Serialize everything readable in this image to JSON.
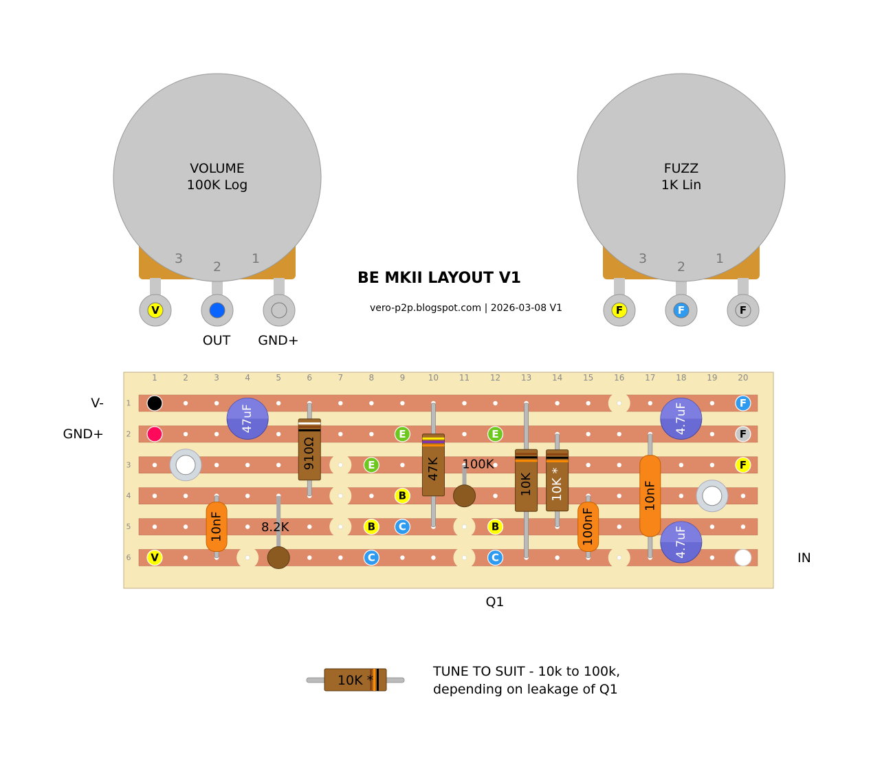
{
  "title": "BE MKII LAYOUT V1",
  "subtitle": "vero-p2p.blogspot.com   |   2026-03-08 V1",
  "pots": [
    {
      "name": "VOLUME",
      "value": "100K Log",
      "lug_numbers": [
        "3",
        "2",
        "1"
      ],
      "lugs": [
        {
          "mark": "V",
          "color": "#ffff00",
          "text_color": "#000"
        },
        {
          "mark": "",
          "color": "#0a64ff",
          "text_color": "#fff"
        },
        {
          "mark": "",
          "color": "#c8c8c8",
          "text_color": "#000"
        }
      ],
      "lug_labels": [
        "",
        "OUT",
        "GND+"
      ]
    },
    {
      "name": "FUZZ",
      "value": "1K Lin",
      "lug_numbers": [
        "3",
        "2",
        "1"
      ],
      "lugs": [
        {
          "mark": "F",
          "color": "#ffff00",
          "text_color": "#000"
        },
        {
          "mark": "F",
          "color": "#2f9bf0",
          "text_color": "#fff"
        },
        {
          "mark": "F",
          "color": "#c8c8c8",
          "text_color": "#000"
        }
      ],
      "lug_labels": [
        "",
        "",
        ""
      ]
    }
  ],
  "board": {
    "columns": 20,
    "rows": 6,
    "col_labels": [
      "1",
      "2",
      "3",
      "4",
      "5",
      "6",
      "7",
      "8",
      "9",
      "10",
      "11",
      "12",
      "13",
      "14",
      "15",
      "16",
      "17",
      "18",
      "19",
      "20"
    ],
    "row_labels": [
      "1",
      "2",
      "3",
      "4",
      "5",
      "6"
    ],
    "row_side_labels": [
      {
        "row": 1,
        "text": "V-"
      },
      {
        "row": 2,
        "text": "GND+"
      }
    ],
    "right_labels": [
      {
        "row": 6,
        "text": "IN"
      }
    ],
    "bottom_label": "Q1",
    "cuts": [
      {
        "row": 1,
        "col": 16
      },
      {
        "row": 3,
        "col": 7
      },
      {
        "row": 4,
        "col": 7
      },
      {
        "row": 5,
        "col": 7
      },
      {
        "row": 5,
        "col": 11
      },
      {
        "row": 6,
        "col": 4
      },
      {
        "row": 6,
        "col": 11
      },
      {
        "row": 6,
        "col": 16
      }
    ],
    "wire_pads": [
      {
        "row": 3,
        "col": 2
      },
      {
        "row": 4,
        "col": 19
      },
      {
        "row": 6,
        "col": 20
      }
    ],
    "markers": [
      {
        "row": 1,
        "col": 1,
        "text": "",
        "color": "#000000",
        "text_color": "#fff"
      },
      {
        "row": 2,
        "col": 1,
        "text": "",
        "color": "#ff0a5a",
        "text_color": "#fff"
      },
      {
        "row": 6,
        "col": 1,
        "text": "V",
        "color": "#ffff00",
        "text_color": "#000"
      },
      {
        "row": 2,
        "col": 9,
        "text": "E",
        "color": "#6cc81e",
        "text_color": "#fff"
      },
      {
        "row": 2,
        "col": 12,
        "text": "E",
        "color": "#6cc81e",
        "text_color": "#fff"
      },
      {
        "row": 3,
        "col": 8,
        "text": "E",
        "color": "#6cc81e",
        "text_color": "#fff"
      },
      {
        "row": 4,
        "col": 9,
        "text": "B",
        "color": "#ffff00",
        "text_color": "#000"
      },
      {
        "row": 5,
        "col": 8,
        "text": "B",
        "color": "#ffff00",
        "text_color": "#000"
      },
      {
        "row": 5,
        "col": 12,
        "text": "B",
        "color": "#ffff00",
        "text_color": "#000"
      },
      {
        "row": 5,
        "col": 9,
        "text": "C",
        "color": "#2f9bf0",
        "text_color": "#fff"
      },
      {
        "row": 6,
        "col": 8,
        "text": "C",
        "color": "#2f9bf0",
        "text_color": "#fff"
      },
      {
        "row": 6,
        "col": 12,
        "text": "C",
        "color": "#2f9bf0",
        "text_color": "#fff"
      },
      {
        "row": 1,
        "col": 20,
        "text": "F",
        "color": "#2f9bf0",
        "text_color": "#fff"
      },
      {
        "row": 2,
        "col": 20,
        "text": "F",
        "color": "#c8c8c8",
        "text_color": "#000"
      },
      {
        "row": 3,
        "col": 20,
        "text": "F",
        "color": "#ffff00",
        "text_color": "#000"
      }
    ],
    "components": [
      {
        "type": "electrolytic",
        "label": "47uF",
        "col": 4,
        "row_from": 1,
        "row_to": 2
      },
      {
        "type": "resistor",
        "label": "910Ω",
        "col": 6,
        "row_from": 1,
        "row_to": 4,
        "bands": [
          "#ffffff",
          "#8b4513",
          "#000000"
        ]
      },
      {
        "type": "resistor",
        "label": "47K",
        "col": 10,
        "row_from": 1,
        "row_to": 5,
        "bands": [
          "#ffee00",
          "#7b2fbe",
          "#ff8c00"
        ]
      },
      {
        "type": "resistor",
        "label": "10K",
        "col": 13,
        "row_from": 1,
        "row_to": 6,
        "bands": [
          "#8b4513",
          "#000000",
          "#ff8c00"
        ]
      },
      {
        "type": "resistor",
        "label": "10K *",
        "col": 14,
        "row_from": 2,
        "row_to": 5,
        "bands": [
          "#8b4513",
          "#000000",
          "#ff8c00"
        ]
      },
      {
        "type": "film",
        "label": "10nF",
        "col": 3,
        "row_from": 4,
        "row_to": 6
      },
      {
        "type": "film",
        "label": "100nF",
        "col": 15,
        "row_from": 4,
        "row_to": 6
      },
      {
        "type": "film",
        "label": "10nF",
        "col": 17,
        "row_from": 2,
        "row_to": 6
      },
      {
        "type": "electrolytic",
        "label": "4.7uF",
        "col": 18,
        "row_from": 1,
        "row_to": 2
      },
      {
        "type": "electrolytic",
        "label": "4.7uF",
        "col": 18,
        "row_from": 5,
        "row_to": 6
      },
      {
        "type": "standing_resistor",
        "label": "8.2K",
        "col": 5,
        "row_from": 4,
        "row_to": 6
      },
      {
        "type": "standing_resistor",
        "label": "100K",
        "col": 11,
        "row_from": 3,
        "row_to": 4
      }
    ]
  },
  "legend": {
    "resistor_label": "10K *",
    "note_line1": "TUNE TO SUIT - 10k to 100k,",
    "note_line2": "depending on leakage of Q1"
  },
  "colors": {
    "board": "#f8e9b8",
    "strip": "#de8a68",
    "pot_body": "#c8c8c8",
    "pot_bracket": "#d49430",
    "resistor_body": "#a06828",
    "film_cap": "#f78518",
    "electrolytic": "#6a6ad4",
    "cut": "#f8e9b8"
  }
}
